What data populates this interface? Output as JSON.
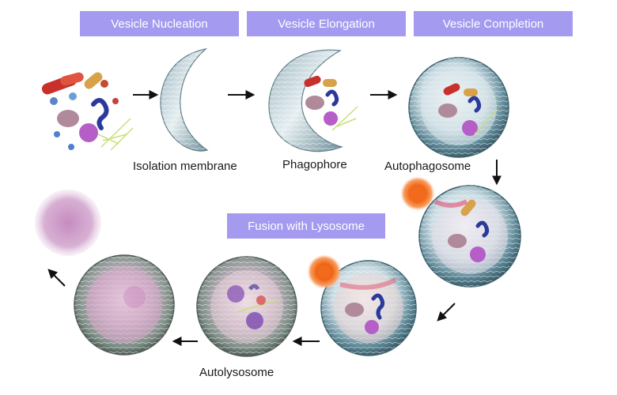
{
  "stages": {
    "nucleation": "Vesicle Nucleation",
    "elongation": "Vesicle Elongation",
    "completion": "Vesicle Completion",
    "fusion": "Fusion with Lysosome"
  },
  "captions": {
    "isolation_membrane": "Isolation membrane",
    "phagophore": "Phagophore",
    "autophagosome": "Autophagosome",
    "autolysosome": "Autolysosome"
  },
  "colors": {
    "label_bg": "#a49af0",
    "label_text": "#ffffff",
    "arrow": "#111111",
    "membrane": "#8fb0bd",
    "lysosome": "#f26a1b"
  }
}
